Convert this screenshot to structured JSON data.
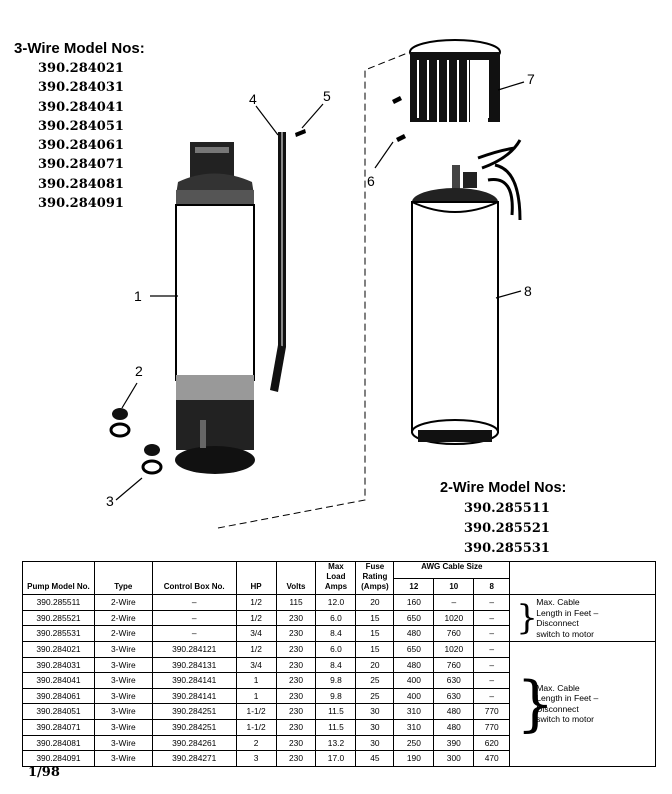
{
  "three_wire": {
    "header": "3-Wire Model Nos:",
    "models": [
      "390.284021",
      "390.284031",
      "390.284041",
      "390.284051",
      "390.284061",
      "390.284071",
      "390.284081",
      "390.284091"
    ]
  },
  "two_wire": {
    "header": "2-Wire Model Nos:",
    "models": [
      "390.285511",
      "390.285521",
      "390.285531"
    ]
  },
  "callouts": [
    "1",
    "2",
    "3",
    "4",
    "5",
    "6",
    "7",
    "8"
  ],
  "table": {
    "headers": {
      "pump_model_no": "Pump Model No.",
      "type": "Type",
      "control_box_no": "Control Box No.",
      "hp": "HP",
      "volts": "Volts",
      "max_load_amps": "Max Load Amps",
      "fuse_rating": "Fuse Rating (Amps)",
      "awg_cable_size": "AWG Cable Size",
      "awg_12": "12",
      "awg_10": "10",
      "awg_8": "8"
    },
    "group1": {
      "rows": [
        [
          "390.285511",
          "2-Wire",
          "–",
          "1/2",
          "115",
          "12.0",
          "20",
          "160",
          "–",
          "–"
        ],
        [
          "390.285521",
          "2-Wire",
          "–",
          "1/2",
          "230",
          "6.0",
          "15",
          "650",
          "1020",
          "–"
        ],
        [
          "390.285531",
          "2-Wire",
          "–",
          "3/4",
          "230",
          "8.4",
          "15",
          "480",
          "760",
          "–"
        ]
      ],
      "note": [
        "Max. Cable",
        "Length in Feet –",
        "Disconnect",
        "switch to motor"
      ]
    },
    "group2": {
      "rows": [
        [
          "390.284021",
          "3-Wire",
          "390.284121",
          "1/2",
          "230",
          "6.0",
          "15",
          "650",
          "1020",
          "–"
        ],
        [
          "390.284031",
          "3-Wire",
          "390.284131",
          "3/4",
          "230",
          "8.4",
          "20",
          "480",
          "760",
          "–"
        ],
        [
          "390.284041",
          "3-Wire",
          "390.284141",
          "1",
          "230",
          "9.8",
          "25",
          "400",
          "630",
          "–"
        ],
        [
          "390.284061",
          "3-Wire",
          "390.284141",
          "1",
          "230",
          "9.8",
          "25",
          "400",
          "630",
          "–"
        ],
        [
          "390.284051",
          "3-Wire",
          "390.284251",
          "1-1/2",
          "230",
          "11.5",
          "30",
          "310",
          "480",
          "770"
        ],
        [
          "390.284071",
          "3-Wire",
          "390.284251",
          "1-1/2",
          "230",
          "11.5",
          "30",
          "310",
          "480",
          "770"
        ],
        [
          "390.284081",
          "3-Wire",
          "390.284261",
          "2",
          "230",
          "13.2",
          "30",
          "250",
          "390",
          "620"
        ],
        [
          "390.284091",
          "3-Wire",
          "390.284271",
          "3",
          "230",
          "17.0",
          "45",
          "190",
          "300",
          "470"
        ]
      ],
      "note": [
        "Max. Cable",
        "Length in Feet –",
        "Disconnect",
        "switch to motor"
      ]
    }
  },
  "footer": "1/98"
}
